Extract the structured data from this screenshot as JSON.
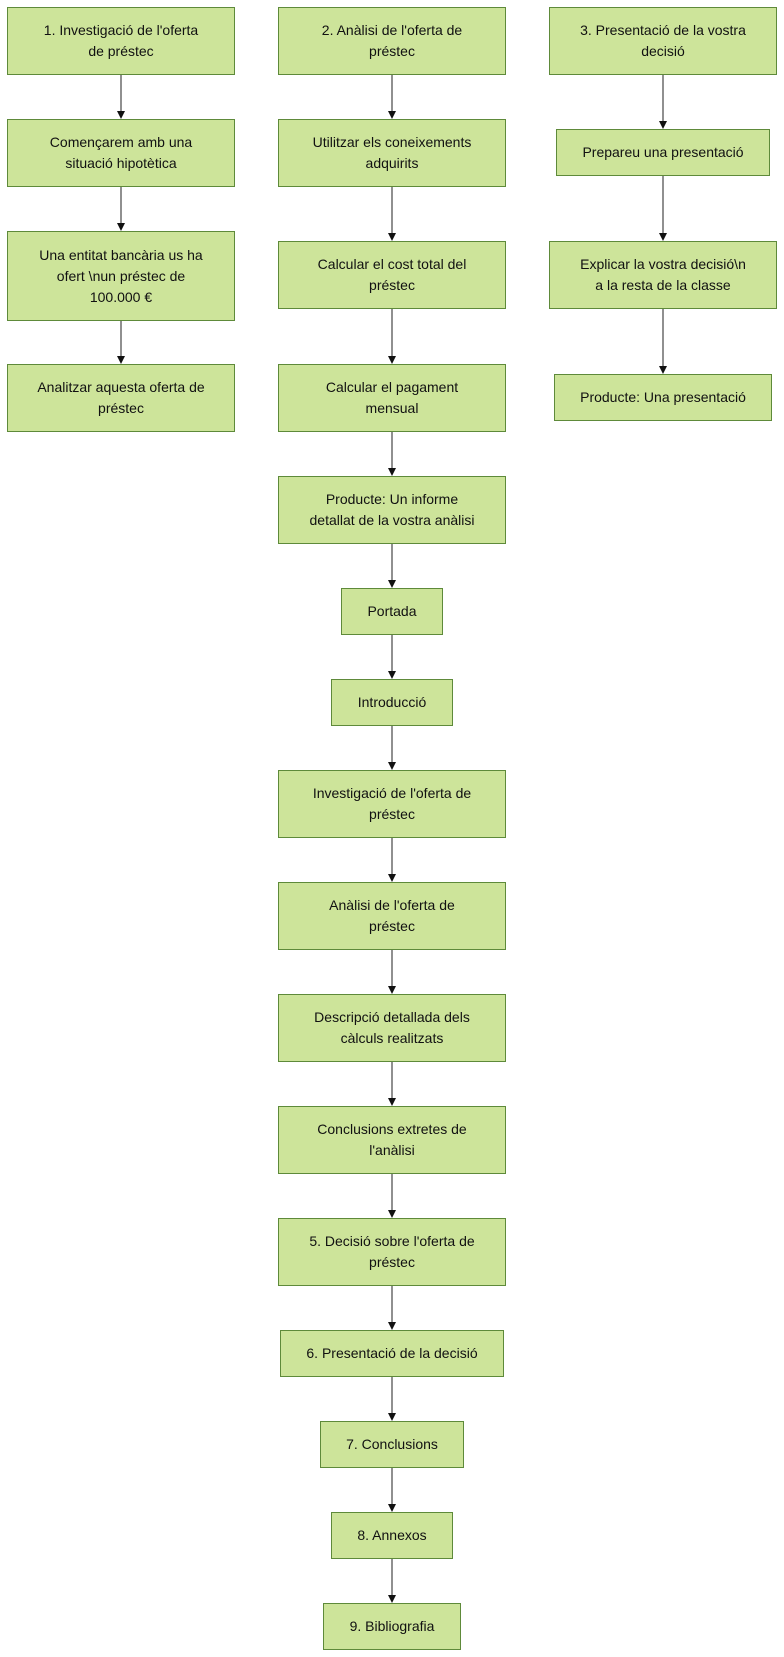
{
  "diagram": {
    "column_1": [
      "1. Investigació de l'oferta\nde préstec",
      "Començarem amb una\nsituació hipotètica",
      "Una entitat bancària us ha\nofert \\nun préstec de\n100.000 €",
      "Analitzar aquesta oferta de\npréstec"
    ],
    "column_2": [
      "2. Anàlisi de l'oferta de\npréstec",
      "Utilitzar els coneixements\nadquirits",
      "Calcular el cost total del\npréstec",
      "Calcular el pagament\nmensual",
      "Producte: Un informe\ndetallat de la vostra anàlisi",
      "Portada",
      "Introducció",
      "Investigació de l'oferta de\npréstec",
      "Anàlisi de l'oferta de\npréstec",
      "Descripció detallada dels\ncàlculs realitzats",
      "Conclusions extretes de\nl'anàlisi",
      "5. Decisió sobre l'oferta de\npréstec",
      "6. Presentació de la decisió",
      "7. Conclusions",
      "8. Annexos",
      "9. Bibliografia"
    ],
    "column_3": [
      "3. Presentació de la vostra\ndecisió",
      "Prepareu una presentació",
      "Explicar la vostra decisió\\n\na la resta de la classe",
      "Producte: Una presentació"
    ]
  },
  "colors": {
    "node_fill": "#cde49a",
    "node_border": "#5e8a3a",
    "connector": "#222222"
  }
}
